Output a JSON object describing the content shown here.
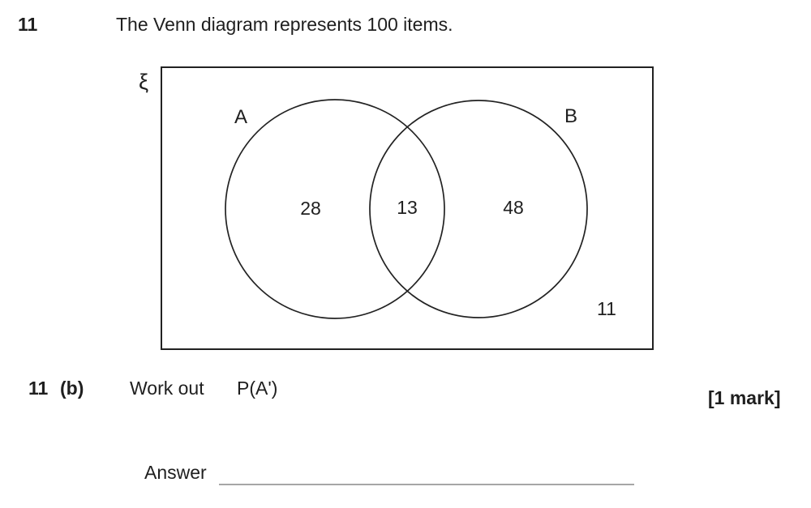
{
  "question": {
    "number": "11",
    "text": "The Venn diagram represents 100 items."
  },
  "venn": {
    "universal_set_symbol": "ξ",
    "set_a_label": "A",
    "set_b_label": "B",
    "a_only": "28",
    "intersection": "13",
    "b_only": "48",
    "outside": "11"
  },
  "part_b": {
    "question_number": "11",
    "part_label": "(b)",
    "instruction": "Work out",
    "expression": "P(A')",
    "marks": "[1 mark]"
  },
  "answer": {
    "label": "Answer"
  },
  "colors": {
    "ink": "#1f1f1f",
    "line": "#222222",
    "answer_rule": "#a6a6a6",
    "background": "#ffffff"
  }
}
